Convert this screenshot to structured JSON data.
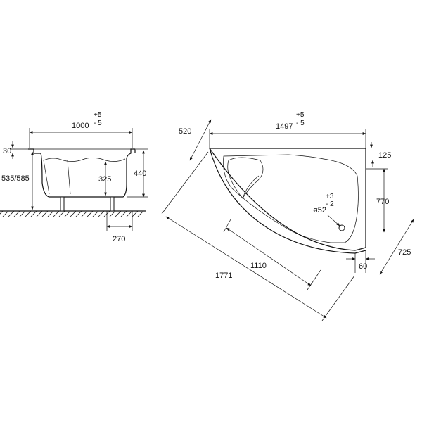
{
  "side_view": {
    "width": "1000",
    "width_tol_plus": "+5",
    "width_tol_minus": "- 5",
    "rim": "30",
    "height_floor": "535/585",
    "height_total": "440",
    "depth": "325",
    "feet_offset": "270"
  },
  "top_view": {
    "length": "1497",
    "length_tol_plus": "+5",
    "length_tol_minus": "- 5",
    "corner_leg": "520",
    "right_top": "125",
    "right_height": "770",
    "diagonal_outer": "725",
    "bottom_offset": "60",
    "inner_length": "1110",
    "diagonal_total": "1771",
    "drain": "ø52",
    "drain_tol_plus": "+3",
    "drain_tol_minus": "- 2"
  }
}
